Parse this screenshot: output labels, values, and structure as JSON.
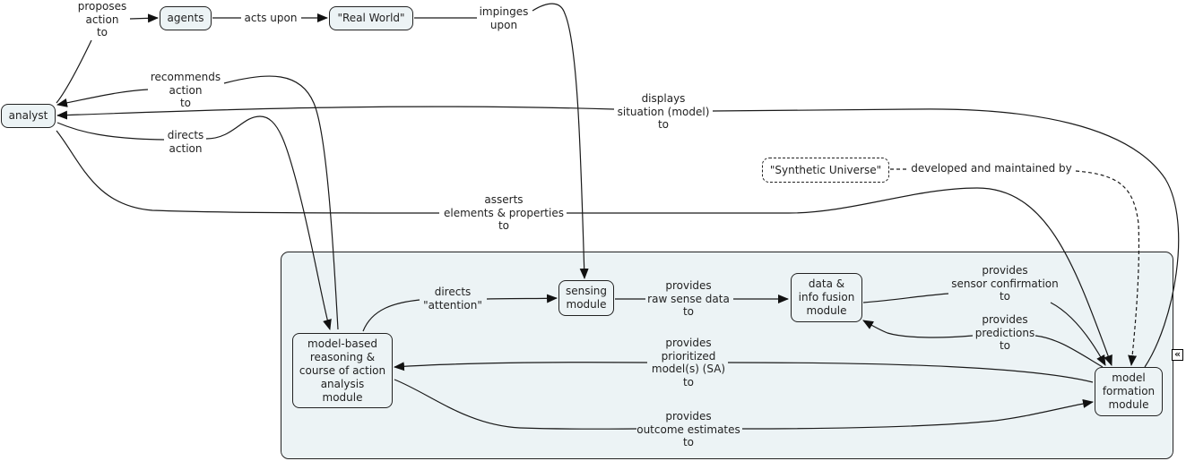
{
  "nodes": {
    "analyst": "analyst",
    "agents": "agents",
    "real_world": "\"Real World\"",
    "synthetic_universe": "\"Synthetic Universe\"",
    "sensing_module": "sensing\nmodule",
    "fusion_module": "data &\ninfo fusion\nmodule",
    "reasoning_module": "model-based\nreasoning &\ncourse of action\nanalysis\nmodule",
    "model_formation_module": "model\nformation\nmodule"
  },
  "links": {
    "proposes_action_to": "proposes\naction\nto",
    "acts_upon": "acts upon",
    "impinges_upon": "impinges\nupon",
    "recommends_action_to": "recommends\naction\nto",
    "displays_situation_to": "displays\nsituation (model)\nto",
    "directs_action": "directs\naction",
    "developed_maintained_by": "developed and maintained by",
    "asserts_elements_to": "asserts\nelements & properties\nto",
    "directs_attention": "directs\n\"attention\"",
    "provides_raw_sense_data_to": "provides\nraw sense data\nto",
    "provides_sensor_confirmation_to": "provides\nsensor confirmation\nto",
    "provides_predictions_to": "provides\npredictions\nto",
    "provides_prioritized_models_to": "provides\nprioritized\nmodel(s) (SA)\nto",
    "provides_outcome_estimates_to": "provides\noutcome estimates\nto"
  },
  "controls": {
    "collapse_icon": "«"
  },
  "colors": {
    "node_fill": "#ecf3f5",
    "panel_fill": "#ecf3f5",
    "stroke": "#1a1a1a"
  }
}
